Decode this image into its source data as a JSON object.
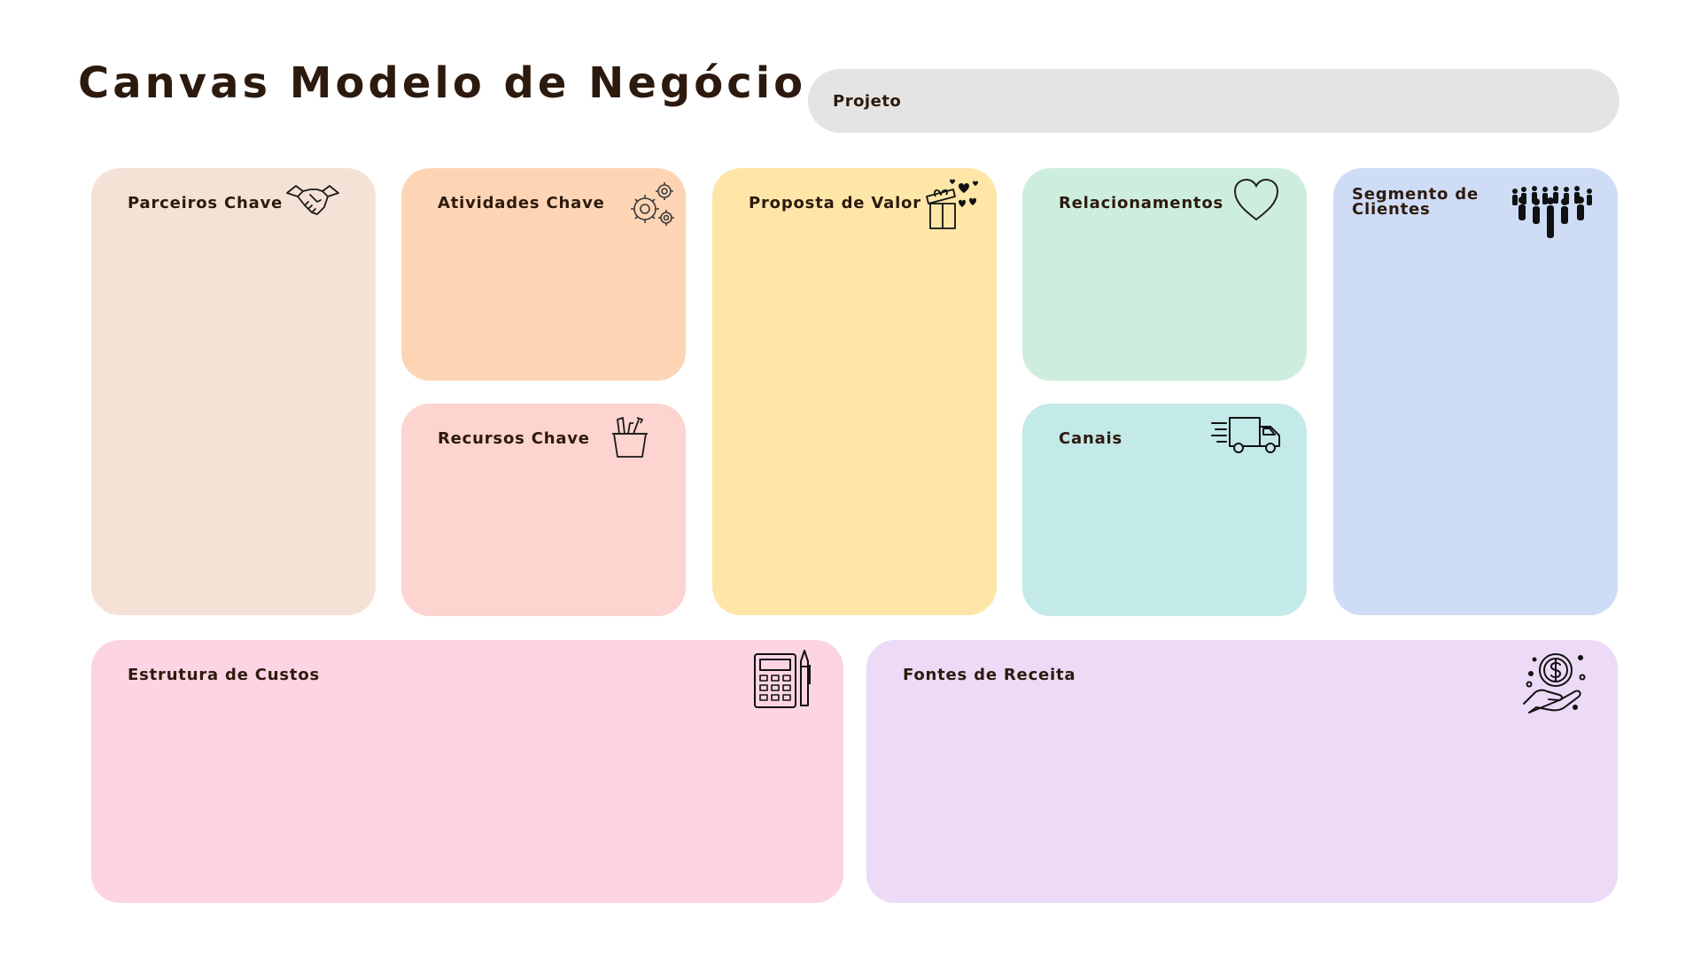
{
  "header": {
    "title": "Canvas Modelo de Negócio",
    "project_label": "Projeto"
  },
  "blocks": {
    "parceiros": {
      "label": "Parceiros Chave",
      "icon": "handshake-icon",
      "color": "#f5e2d7"
    },
    "atividades": {
      "label": "Atividades Chave",
      "icon": "gears-icon",
      "color": "#fdd5b4"
    },
    "recursos": {
      "label": "Recursos Chave",
      "icon": "toolbox-icon",
      "color": "#fdd4cf"
    },
    "proposta": {
      "label": "Proposta de Valor",
      "icon": "gift-hearts-icon",
      "color": "#fde6a8"
    },
    "relacionamentos": {
      "label": "Relacionamentos",
      "icon": "heart-icon",
      "color": "#cdeedd"
    },
    "canais": {
      "label": "Canais",
      "icon": "delivery-truck-icon",
      "color": "#c3e9e8"
    },
    "segmento": {
      "label": "Segmento de Clientes",
      "icon": "crowd-icon",
      "color": "#cedcf6"
    },
    "custos": {
      "label": "Estrutura de Custos",
      "icon": "calculator-icon",
      "color": "#fdd4e4"
    },
    "receita": {
      "label": "Fontes de Receita",
      "icon": "money-hand-icon",
      "color": "#ecdaf6"
    }
  }
}
